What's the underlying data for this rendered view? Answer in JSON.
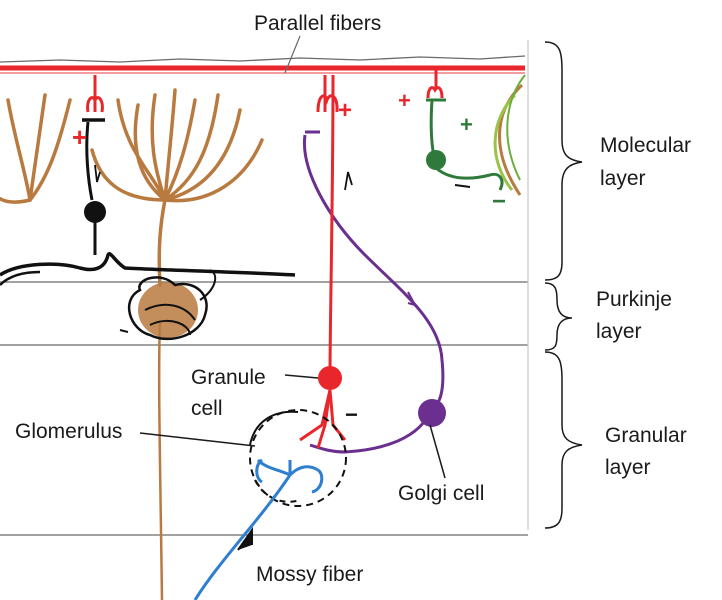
{
  "labels": {
    "parallel_fibers": "Parallel fibers",
    "molecular_layer_line1": "Molecular",
    "molecular_layer_line2": "layer",
    "purkinje_layer_line1": "Purkinje",
    "purkinje_layer_line2": "layer",
    "granular_layer_line1": "Granular",
    "granular_layer_line2": "layer",
    "granule_cell_line1": "Granule",
    "granule_cell_line2": "cell",
    "glomerulus": "Glomerulus",
    "golgi_cell": "Golgi cell",
    "mossy_fiber": "Mossy fiber"
  },
  "signs": {
    "plus": "+",
    "minus": "−"
  },
  "colors": {
    "parallel_fiber_red": "#e8262b",
    "purkinje_brown": "#b87a3f",
    "golgi_purple": "#6b2f8f",
    "mossy_blue": "#2e7fd0",
    "stellate_green": "#2f7a3a",
    "basket_black": "#111111",
    "pencil_gray": "#6a6a6a"
  }
}
